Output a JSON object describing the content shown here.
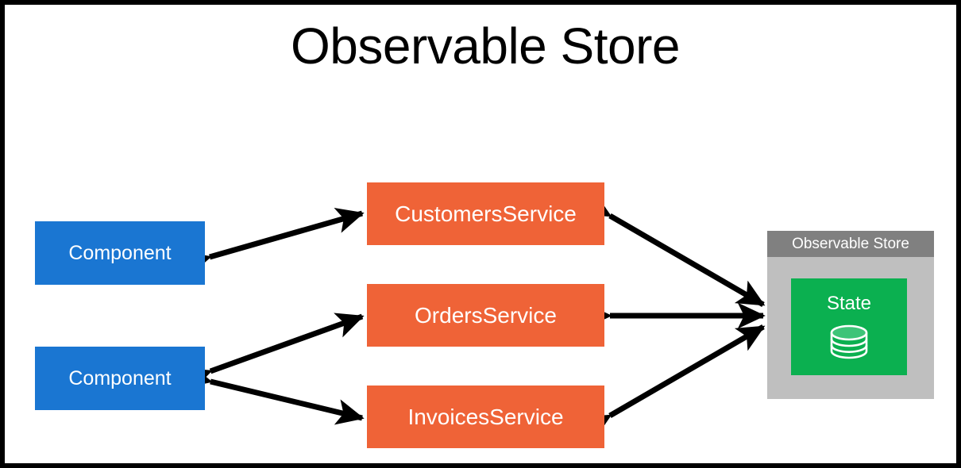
{
  "page": {
    "title": "Observable Store",
    "border_color": "#000000",
    "background": "#ffffff"
  },
  "colors": {
    "component": "#1a76d2",
    "service": "#ef6337",
    "store_panel": "#bfbfbf",
    "store_header": "#808080",
    "state": "#0bb050",
    "arrow": "#000000",
    "text_on_fill": "#ffffff"
  },
  "components": [
    {
      "label": "Component",
      "name": "component-top"
    },
    {
      "label": "Component",
      "name": "component-bottom"
    }
  ],
  "services": [
    {
      "label": "CustomersService",
      "name": "customers-service"
    },
    {
      "label": "OrdersService",
      "name": "orders-service"
    },
    {
      "label": "InvoicesService",
      "name": "invoices-service"
    }
  ],
  "store": {
    "header": "Observable Store",
    "state_label": "State",
    "state_icon": "database-icon"
  },
  "connections": [
    {
      "from": "component-top",
      "to": "customers-service",
      "arrow": "double"
    },
    {
      "from": "component-bottom",
      "to": "orders-service",
      "arrow": "double"
    },
    {
      "from": "component-bottom",
      "to": "invoices-service",
      "arrow": "double"
    },
    {
      "from": "customers-service",
      "to": "observable-store",
      "arrow": "double"
    },
    {
      "from": "orders-service",
      "to": "observable-store",
      "arrow": "double"
    },
    {
      "from": "invoices-service",
      "to": "observable-store",
      "arrow": "double"
    }
  ]
}
